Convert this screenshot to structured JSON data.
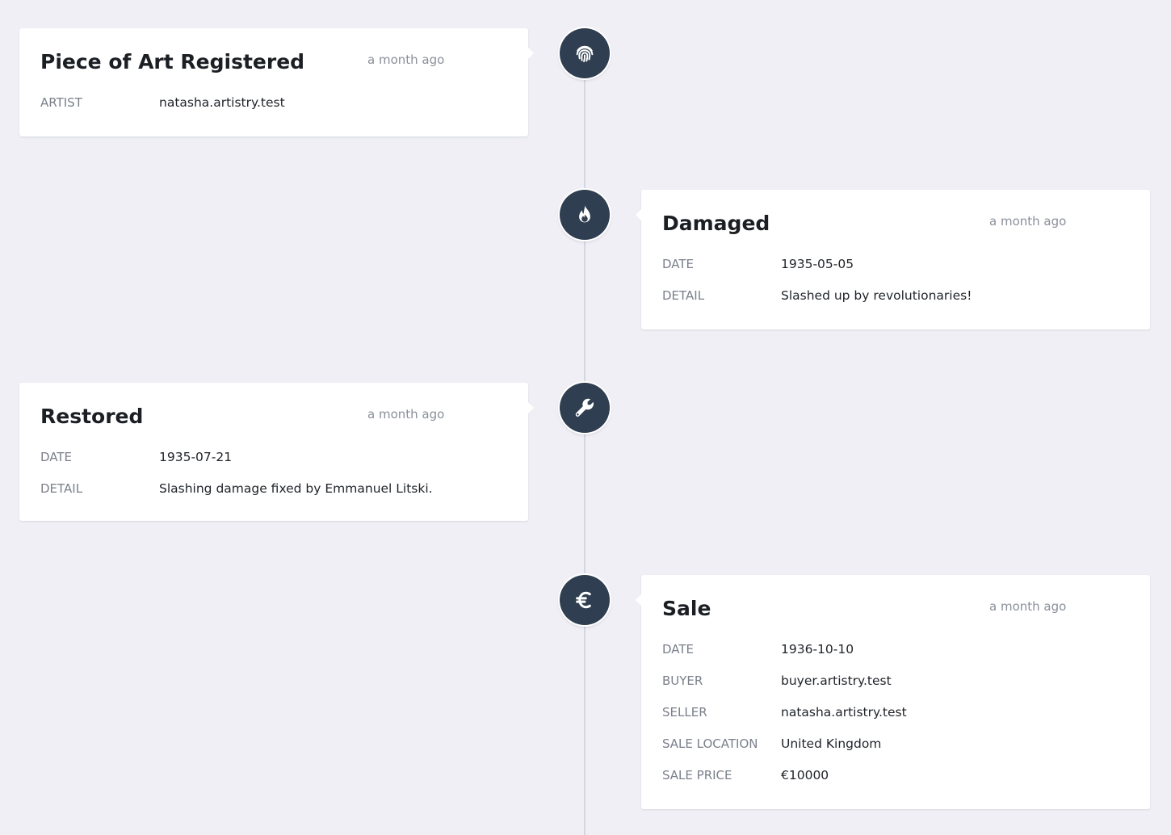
{
  "events": [
    {
      "title": "Piece of Art Registered",
      "time": "a month ago",
      "icon": "fingerprint-icon",
      "fields": [
        {
          "label": "ARTIST",
          "value": "natasha.artistry.test"
        }
      ]
    },
    {
      "title": "Damaged",
      "time": "a month ago",
      "icon": "fire-icon",
      "fields": [
        {
          "label": "DATE",
          "value": "1935-05-05"
        },
        {
          "label": "DETAIL",
          "value": "Slashed up by revolutionaries!"
        }
      ]
    },
    {
      "title": "Restored",
      "time": "a month ago",
      "icon": "wrench-icon",
      "fields": [
        {
          "label": "DATE",
          "value": "1935-07-21"
        },
        {
          "label": "DETAIL",
          "value": "Slashing damage fixed by Emmanuel Litski."
        }
      ]
    },
    {
      "title": "Sale",
      "time": "a month ago",
      "icon": "euro-icon",
      "fields": [
        {
          "label": "DATE",
          "value": "1936-10-10"
        },
        {
          "label": "BUYER",
          "value": "buyer.artistry.test"
        },
        {
          "label": "SELLER",
          "value": "natasha.artistry.test"
        },
        {
          "label": "SALE LOCATION",
          "value": "United Kingdom"
        },
        {
          "label": "SALE PRICE",
          "value": "€10000"
        }
      ]
    }
  ],
  "colors": {
    "background": "#efeff5",
    "node": "#2f3e50",
    "line": "#d4d6e0",
    "card": "#ffffff"
  }
}
